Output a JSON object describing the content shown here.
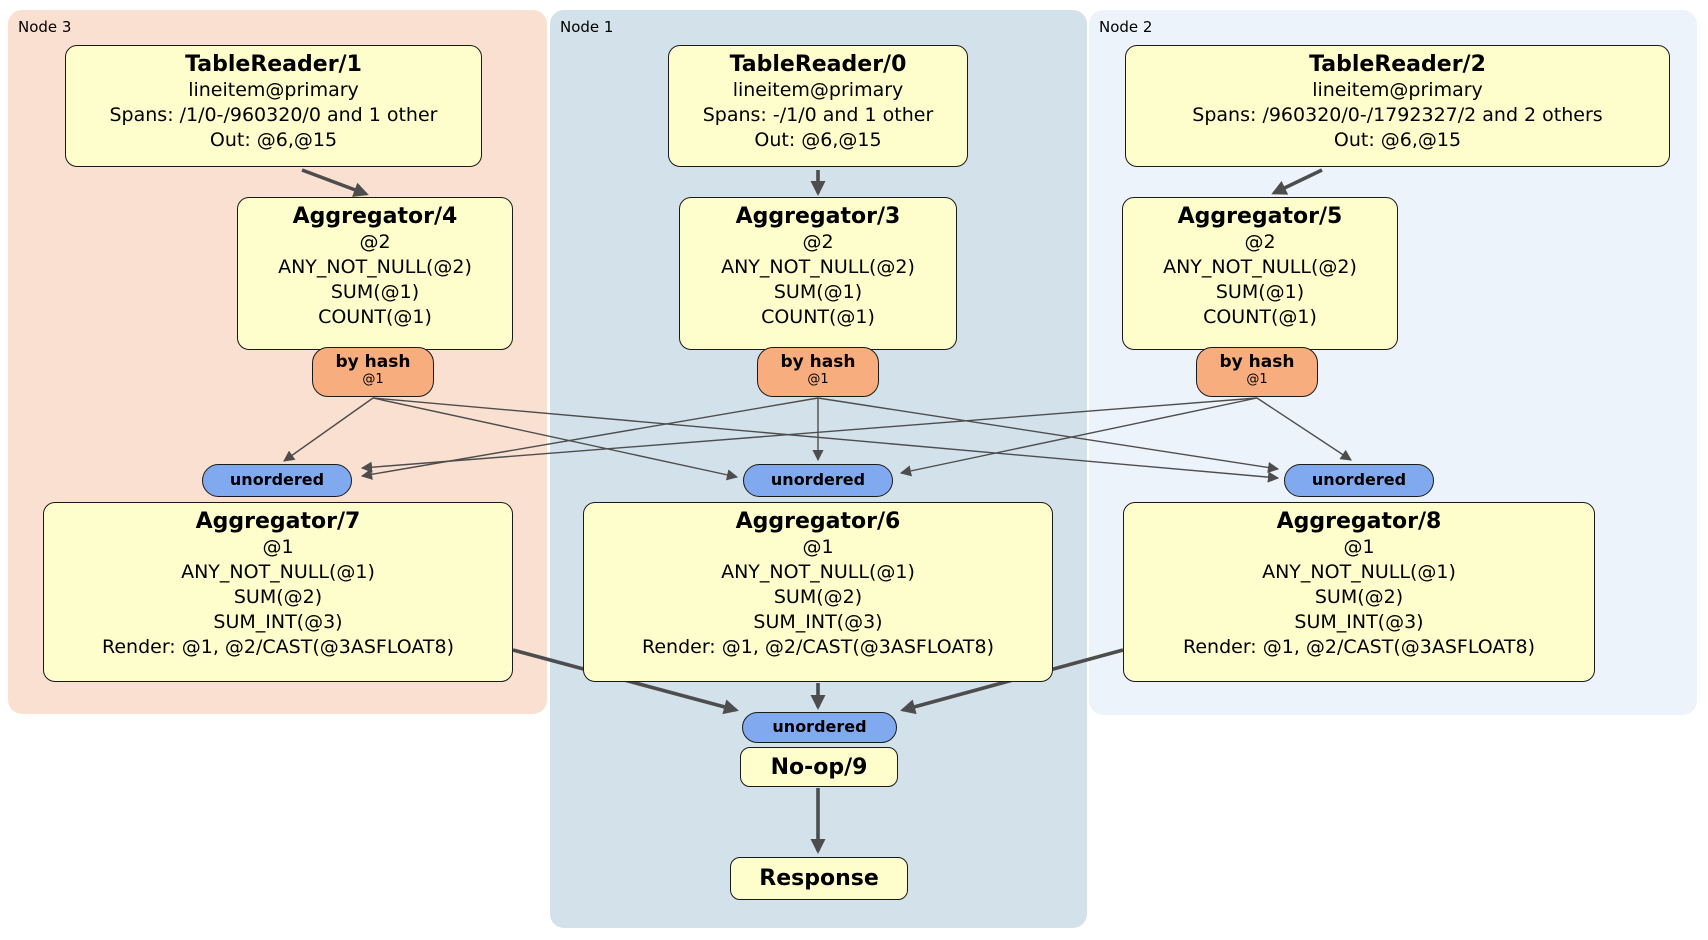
{
  "clusters": {
    "node3": {
      "label": "Node 3"
    },
    "node1": {
      "label": "Node 1"
    },
    "node2": {
      "label": "Node 2"
    }
  },
  "boxes": {
    "tr1": {
      "title": "TableReader/1",
      "lines": [
        "lineitem@primary",
        "Spans: /1/0-/960320/0 and 1 other",
        "Out: @6,@15"
      ]
    },
    "tr0": {
      "title": "TableReader/0",
      "lines": [
        "lineitem@primary",
        "Spans: -/1/0 and 1 other",
        "Out: @6,@15"
      ]
    },
    "tr2": {
      "title": "TableReader/2",
      "lines": [
        "lineitem@primary",
        "Spans: /960320/0-/1792327/2 and 2 others",
        "Out: @6,@15"
      ]
    },
    "agg4": {
      "title": "Aggregator/4",
      "lines": [
        "@2",
        "ANY_NOT_NULL(@2)",
        "SUM(@1)",
        "COUNT(@1)"
      ]
    },
    "agg3": {
      "title": "Aggregator/3",
      "lines": [
        "@2",
        "ANY_NOT_NULL(@2)",
        "SUM(@1)",
        "COUNT(@1)"
      ]
    },
    "agg5": {
      "title": "Aggregator/5",
      "lines": [
        "@2",
        "ANY_NOT_NULL(@2)",
        "SUM(@1)",
        "COUNT(@1)"
      ]
    },
    "agg7": {
      "title": "Aggregator/7",
      "lines": [
        "@1",
        "ANY_NOT_NULL(@1)",
        "SUM(@2)",
        "SUM_INT(@3)",
        "Render: @1, @2/CAST(@3ASFLOAT8)"
      ]
    },
    "agg6": {
      "title": "Aggregator/6",
      "lines": [
        "@1",
        "ANY_NOT_NULL(@1)",
        "SUM(@2)",
        "SUM_INT(@3)",
        "Render: @1, @2/CAST(@3ASFLOAT8)"
      ]
    },
    "agg8": {
      "title": "Aggregator/8",
      "lines": [
        "@1",
        "ANY_NOT_NULL(@1)",
        "SUM(@2)",
        "SUM_INT(@3)",
        "Render: @1, @2/CAST(@3ASFLOAT8)"
      ]
    },
    "noop": {
      "title": "No-op/9"
    },
    "response": {
      "title": "Response"
    }
  },
  "routers": {
    "by_hash": "by hash",
    "by_hash_sub": "@1",
    "unordered": "unordered"
  },
  "colors": {
    "node3_bg": "#FAE0D1",
    "node1_bg": "#D3E1EA",
    "node2_bg": "#EDF3FB",
    "box_bg": "#FEFDCC",
    "hash_pill_bg": "#F8AD7E",
    "unordered_pill_bg": "#80A9EF",
    "edge": "#4D4D4D"
  }
}
